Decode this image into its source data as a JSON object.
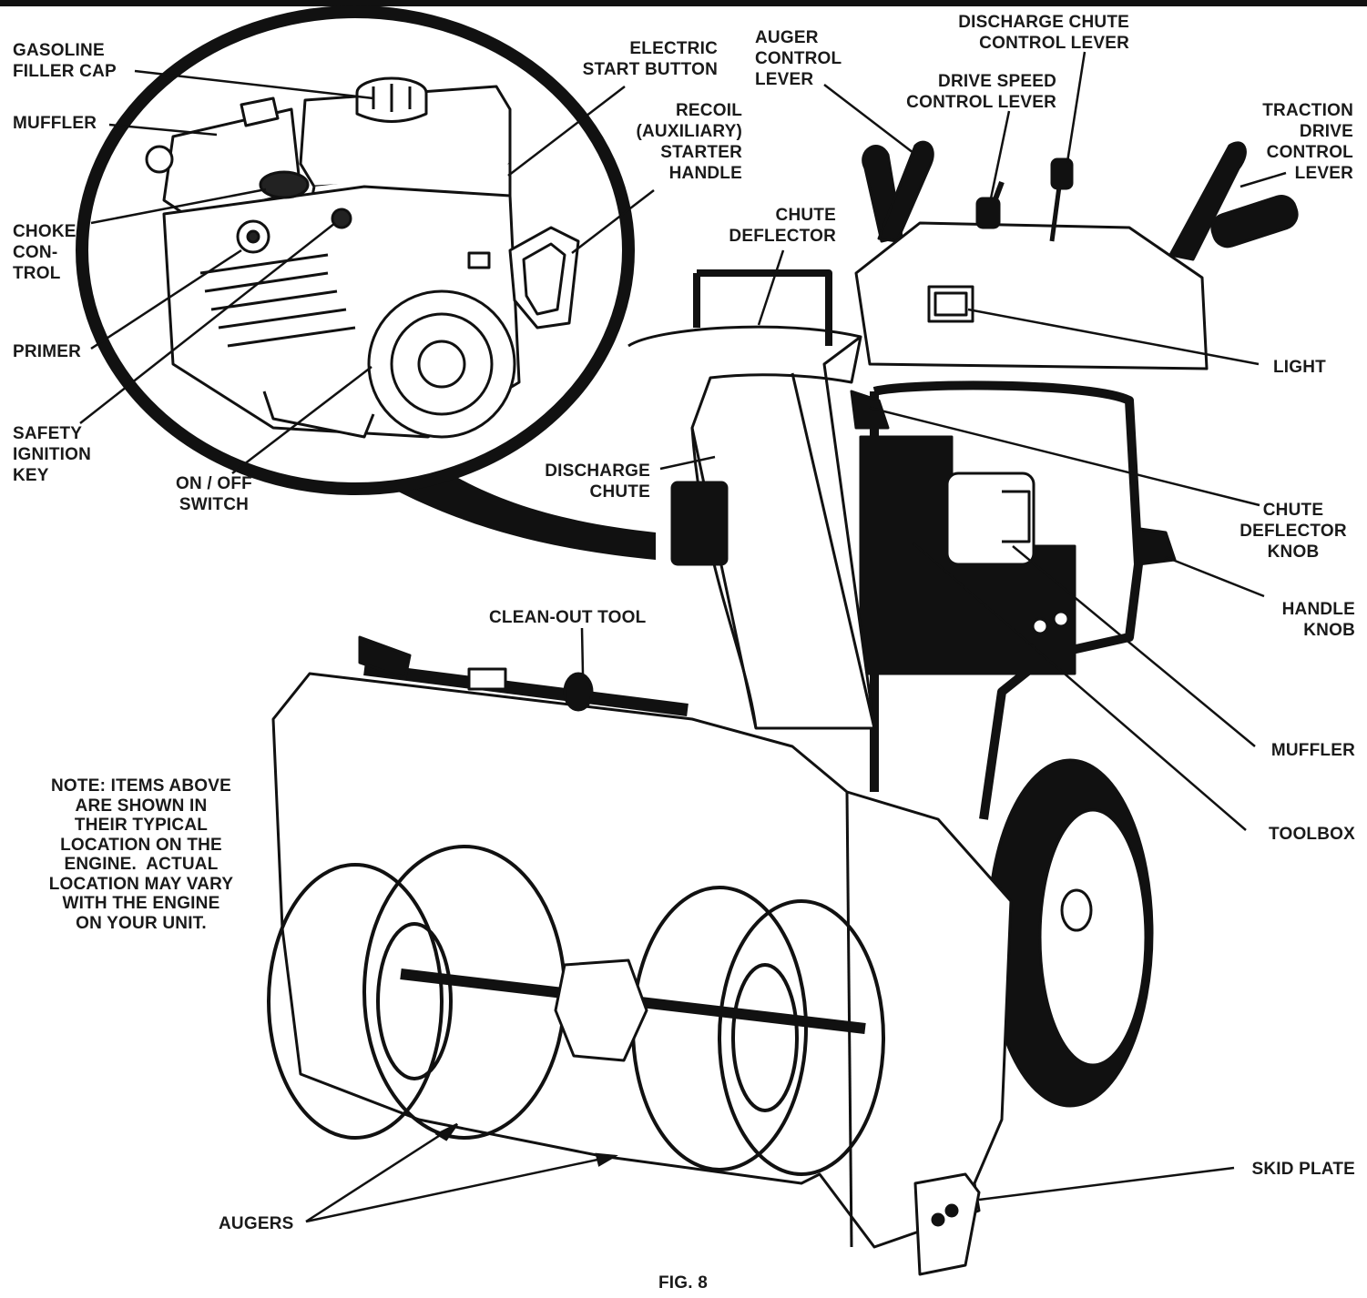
{
  "labels": {
    "gasoline_filler_cap": "GASOLINE\nFILLER CAP",
    "muffler_engine": "MUFFLER",
    "choke_control": "CHOKE\nCON-\nTROL",
    "primer": "PRIMER",
    "safety_ignition_key": "SAFETY\nIGNITION\nKEY",
    "on_off_switch": "ON / OFF\nSWITCH",
    "electric_start_button": "ELECTRIC\nSTART BUTTON",
    "recoil_starter_handle": "RECOIL\n(AUXILIARY)\nSTARTER\nHANDLE",
    "auger_control_lever": "AUGER\nCONTROL\nLEVER",
    "discharge_chute_control_lever": "DISCHARGE CHUTE\nCONTROL LEVER",
    "drive_speed_control_lever": "DRIVE SPEED\nCONTROL LEVER",
    "traction_drive_control_lever": "TRACTION\nDRIVE\nCONTROL\nLEVER",
    "chute_deflector": "CHUTE\nDEFLECTOR",
    "light": "LIGHT",
    "discharge_chute": "DISCHARGE\nCHUTE",
    "chute_deflector_knob": "CHUTE\nDEFLECTOR\nKNOB",
    "handle_knob": "HANDLE\nKNOB",
    "clean_out_tool": "CLEAN-OUT TOOL",
    "muffler_unit": "MUFFLER",
    "toolbox": "TOOLBOX",
    "skid_plate": "SKID PLATE",
    "augers": "AUGERS"
  },
  "note": "NOTE: ITEMS ABOVE\nARE SHOWN IN\nTHEIR TYPICAL\nLOCATION ON THE\nENGINE.  ACTUAL\nLOCATION MAY VARY\nWITH THE ENGINE\nON YOUR UNIT.",
  "figure_caption": "FIG. 8"
}
